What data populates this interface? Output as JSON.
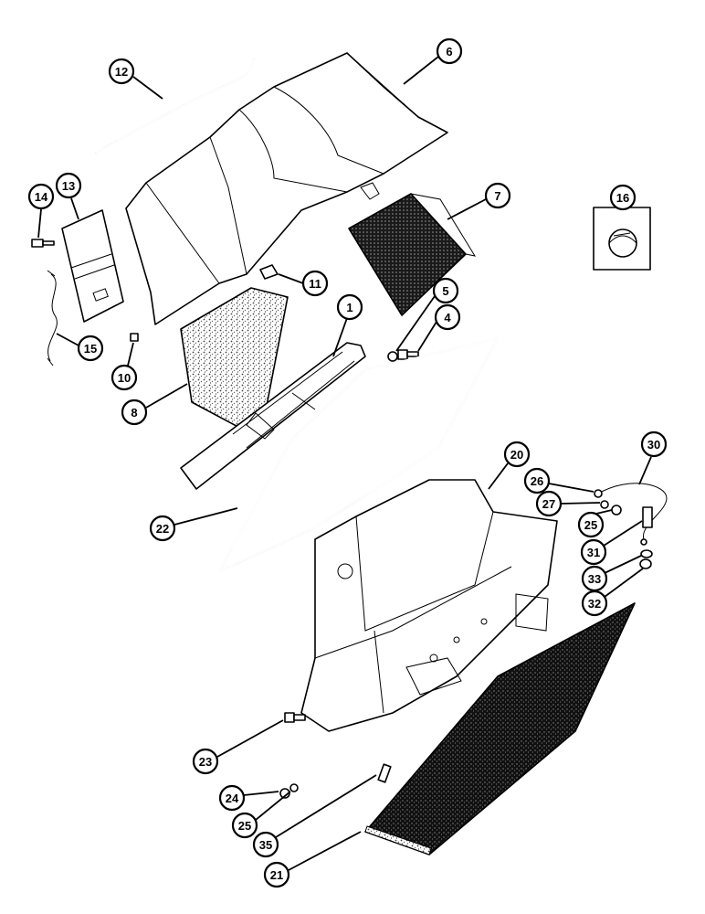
{
  "colors": {
    "ink": "#000000",
    "paper": "#ffffff",
    "foam": "#2a2a2a",
    "mesh": "#6b6b6b"
  },
  "callouts": [
    {
      "id": "c1",
      "label": "1"
    },
    {
      "id": "c4",
      "label": "4"
    },
    {
      "id": "c5",
      "label": "5"
    },
    {
      "id": "c6",
      "label": "6"
    },
    {
      "id": "c7",
      "label": "7"
    },
    {
      "id": "c8",
      "label": "8"
    },
    {
      "id": "c10",
      "label": "10"
    },
    {
      "id": "c11",
      "label": "11"
    },
    {
      "id": "c12",
      "label": "12"
    },
    {
      "id": "c13",
      "label": "13"
    },
    {
      "id": "c14",
      "label": "14"
    },
    {
      "id": "c15",
      "label": "15"
    },
    {
      "id": "c16",
      "label": "16"
    },
    {
      "id": "c20",
      "label": "20"
    },
    {
      "id": "c21",
      "label": "21"
    },
    {
      "id": "c22",
      "label": "22"
    },
    {
      "id": "c23",
      "label": "23"
    },
    {
      "id": "c24",
      "label": "24"
    },
    {
      "id": "c25a",
      "label": "25"
    },
    {
      "id": "c25b",
      "label": "25"
    },
    {
      "id": "c26",
      "label": "26"
    },
    {
      "id": "c27",
      "label": "27"
    },
    {
      "id": "c30",
      "label": "30"
    },
    {
      "id": "c31",
      "label": "31"
    },
    {
      "id": "c32",
      "label": "32"
    },
    {
      "id": "c33",
      "label": "33"
    },
    {
      "id": "c35",
      "label": "35"
    }
  ]
}
